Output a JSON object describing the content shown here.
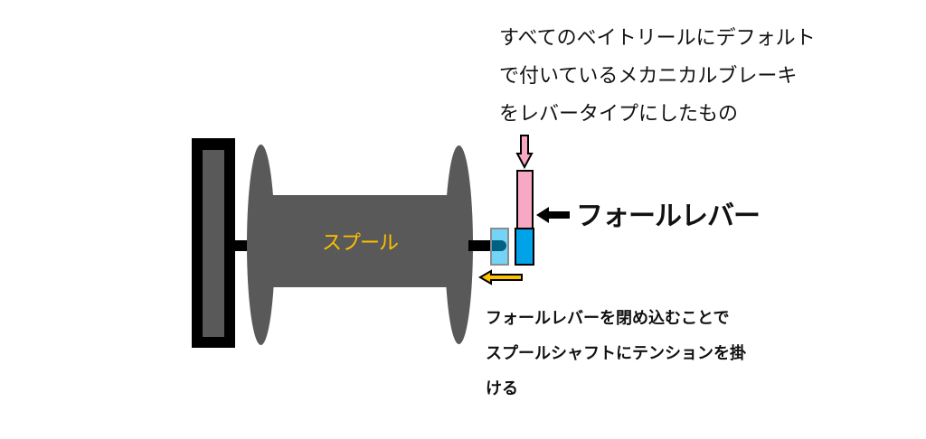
{
  "diagram": {
    "spool_label": "スプール",
    "lever_label": "フォールレバー",
    "top_note": {
      "lines": [
        "すべてのベイトリールにデフォルト",
        "で付いているメカニカルブレーキ",
        "をレバータイプにしたもの"
      ]
    },
    "bottom_note": {
      "lines": [
        "フォールレバーを閉め込むことで",
        "スプールシャフトにテンションを掛",
        "ける"
      ]
    },
    "colors": {
      "spool": "#595959",
      "frame": "#000000",
      "spool_label": "#FFC000",
      "lever_pink": "#F7A8C4",
      "lever_blue": "#00A2E8",
      "pressed_block": "#7FD3F7",
      "arrow_yellow": "#FFC000"
    }
  }
}
